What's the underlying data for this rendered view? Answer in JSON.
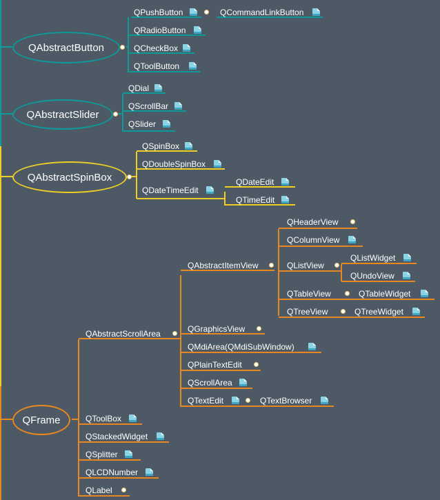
{
  "hubs": [
    {
      "id": "btn",
      "label": "QAbstractButton",
      "color": "#0c9a9a"
    },
    {
      "id": "sld",
      "label": "QAbstractSlider",
      "color": "#0c9a9a"
    },
    {
      "id": "spn",
      "label": "QAbstractSpinBox",
      "color": "#f0cf25"
    },
    {
      "id": "frm",
      "label": "QFrame",
      "color": "#e8871f"
    }
  ],
  "nodes": {
    "pushbutton": "QPushButton",
    "commandlink": "QCommandLinkButton",
    "radiobutton": "QRadioButton",
    "checkbox": "QCheckBox",
    "toolbutton": "QToolButton",
    "dial": "QDial",
    "scrollbar": "QScrollBar",
    "slider": "QSlider",
    "spinbox": "QSpinBox",
    "doublespinbox": "QDoubleSpinBox",
    "datetimeedit": "QDateTimeEdit",
    "dateedit": "QDateEdit",
    "timeedit": "QTimeEdit",
    "abstractscrollarea": "QAbstractScrollArea",
    "abstractitemview": "QAbstractItemView",
    "headerview": "QHeaderView",
    "columnview": "QColumnView",
    "listview": "QListView",
    "listwidget": "QListWidget",
    "undoview": "QUndoView",
    "tableview": "QTableView",
    "tablewidget": "QTableWidget",
    "treeview": "QTreeView",
    "treewidget": "QTreeWidget",
    "graphicsview": "QGraphicsView",
    "mdiarea": "QMdiArea(QMdiSubWindow)",
    "plaintextedit": "QPlainTextEdit",
    "scrollarea": "QScrollArea",
    "textedit": "QTextEdit",
    "textbrowser": "QTextBrowser",
    "toolbox": "QToolBox",
    "stackedwidget": "QStackedWidget",
    "splitter": "QSplitter",
    "lcdnumber": "QLCDNumber",
    "label": "QLabel"
  },
  "colors": {
    "background": "#4d5a66",
    "teal": "#0c9a9a",
    "yellow": "#f0cf25",
    "orange": "#e8871f",
    "text": "#ffffff"
  },
  "icons": {
    "leaf": "document-icon",
    "collapsed": "dot-icon"
  }
}
